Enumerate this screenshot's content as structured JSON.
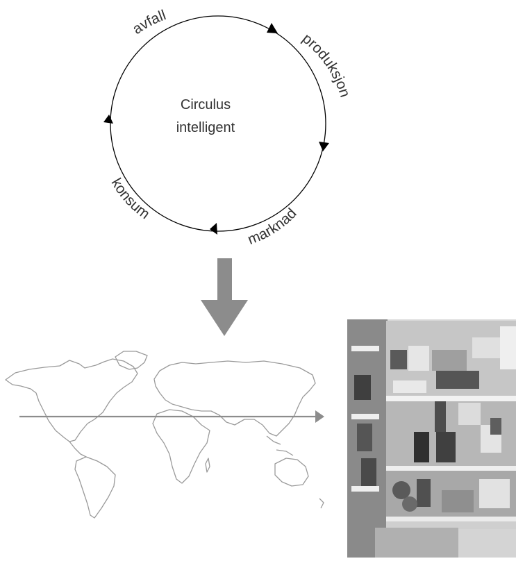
{
  "cycle": {
    "center_label": [
      "Circulus",
      "intelligent"
    ],
    "stages": [
      "avfall",
      "produksjon",
      "marknad",
      "konsum"
    ]
  },
  "photo": {
    "subject": "open refrigerator with food"
  },
  "colors": {
    "arrow": "#8c8c8c",
    "ink": "#000000",
    "text": "#333333"
  }
}
